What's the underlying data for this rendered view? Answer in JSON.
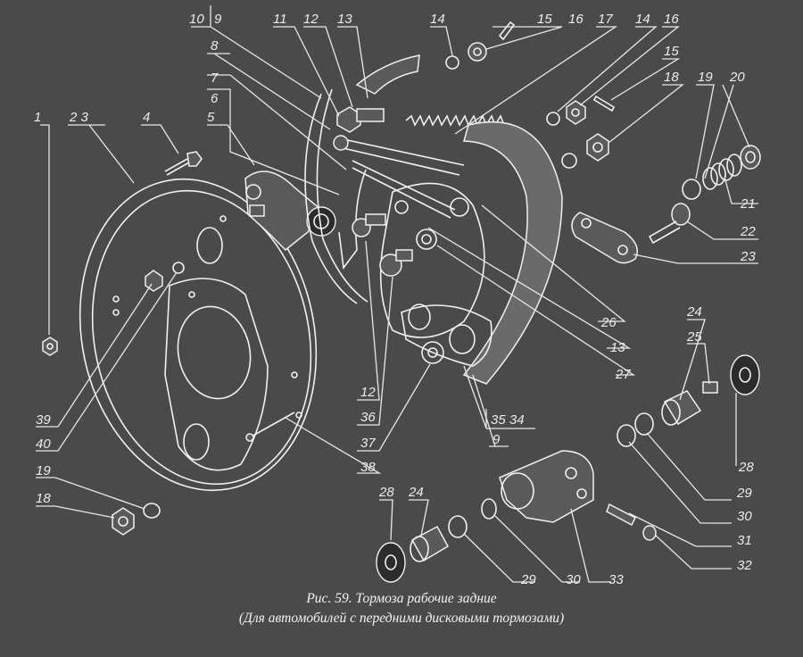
{
  "figure": {
    "caption_line1": "Рис. 59. Тормоза рабочие задние",
    "caption_line2": "(Для автомобилей с передними дисковыми тормозами)"
  },
  "callouts": [
    {
      "id": "c1",
      "label": "1"
    },
    {
      "id": "c2-3",
      "label": "2 3"
    },
    {
      "id": "c4",
      "label": "4"
    },
    {
      "id": "c5",
      "label": "5"
    },
    {
      "id": "c6",
      "label": "6"
    },
    {
      "id": "c7",
      "label": "7"
    },
    {
      "id": "c8",
      "label": "8"
    },
    {
      "id": "c10",
      "label": "10"
    },
    {
      "id": "c9a",
      "label": "9"
    },
    {
      "id": "c11",
      "label": "11"
    },
    {
      "id": "c12a",
      "label": "12"
    },
    {
      "id": "c13a",
      "label": "13"
    },
    {
      "id": "c14a",
      "label": "14"
    },
    {
      "id": "c15a",
      "label": "15"
    },
    {
      "id": "c16a",
      "label": "16"
    },
    {
      "id": "c17",
      "label": "17"
    },
    {
      "id": "c14b",
      "label": "14"
    },
    {
      "id": "c16b",
      "label": "16"
    },
    {
      "id": "c15b",
      "label": "15"
    },
    {
      "id": "c18a",
      "label": "18"
    },
    {
      "id": "c19a",
      "label": "19"
    },
    {
      "id": "c20",
      "label": "20"
    },
    {
      "id": "c21",
      "label": "21"
    },
    {
      "id": "c22",
      "label": "22"
    },
    {
      "id": "c23",
      "label": "23"
    },
    {
      "id": "c26",
      "label": "26"
    },
    {
      "id": "c13b",
      "label": "13"
    },
    {
      "id": "c27",
      "label": "27"
    },
    {
      "id": "c24a",
      "label": "24"
    },
    {
      "id": "c25",
      "label": "25"
    },
    {
      "id": "c28a",
      "label": "28"
    },
    {
      "id": "c29a",
      "label": "29"
    },
    {
      "id": "c30a",
      "label": "30"
    },
    {
      "id": "c31",
      "label": "31"
    },
    {
      "id": "c32",
      "label": "32"
    },
    {
      "id": "c33",
      "label": "33"
    },
    {
      "id": "c30b",
      "label": "30"
    },
    {
      "id": "c29b",
      "label": "29"
    },
    {
      "id": "c24b",
      "label": "24"
    },
    {
      "id": "c28b",
      "label": "28"
    },
    {
      "id": "c35-34",
      "label": "35 34"
    },
    {
      "id": "c9b",
      "label": "9"
    },
    {
      "id": "c12b",
      "label": "12"
    },
    {
      "id": "c36",
      "label": "36"
    },
    {
      "id": "c37",
      "label": "37"
    },
    {
      "id": "c38",
      "label": "38"
    },
    {
      "id": "c39",
      "label": "39"
    },
    {
      "id": "c40",
      "label": "40"
    },
    {
      "id": "c19b",
      "label": "19"
    },
    {
      "id": "c18b",
      "label": "18"
    }
  ]
}
